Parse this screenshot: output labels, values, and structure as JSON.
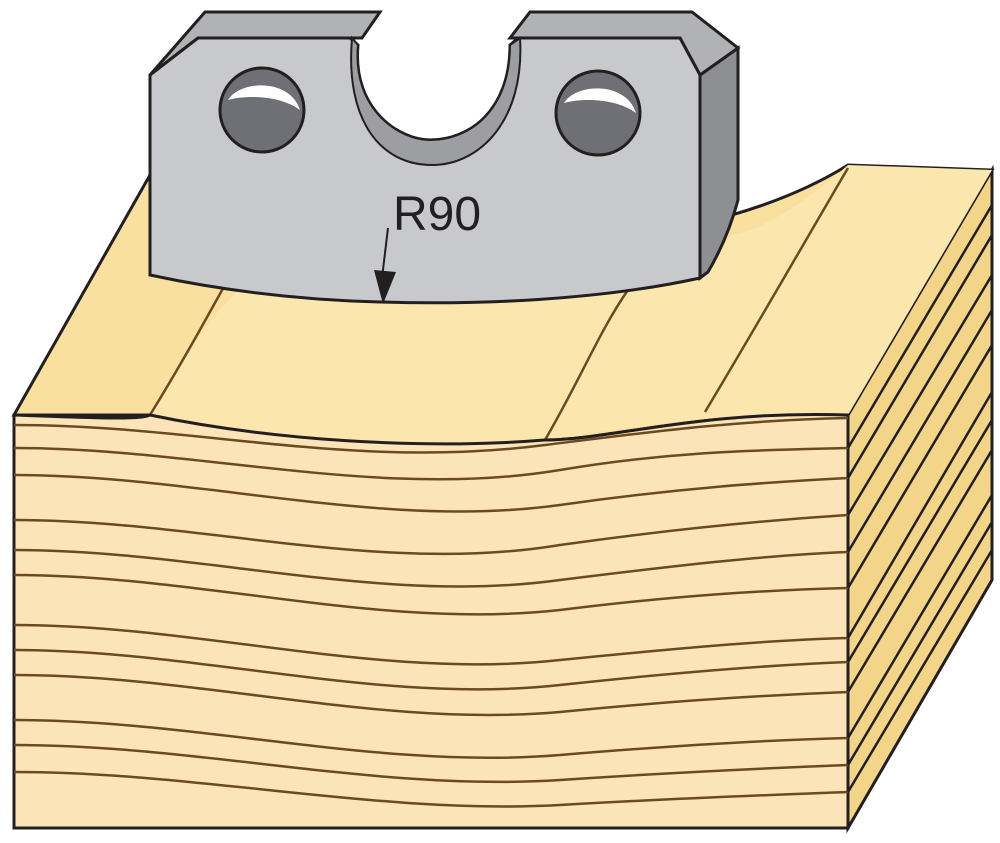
{
  "annotation": {
    "radius_label": "R90"
  },
  "colors": {
    "background": "#ffffff",
    "outline": "#231f20",
    "wood_front": "#fbe4b8",
    "wood_top": "#f9e09f",
    "wood_side": "#f3d589",
    "grain_line": "#6b4a22",
    "blade_face": "#c8c9cc",
    "blade_top": "#b0b2b6",
    "blade_side": "#8d8f93",
    "hole_inner": "#6f7075"
  },
  "wood_block": {
    "front_grain_line_count": 13,
    "side_grain_line_count": 13
  }
}
